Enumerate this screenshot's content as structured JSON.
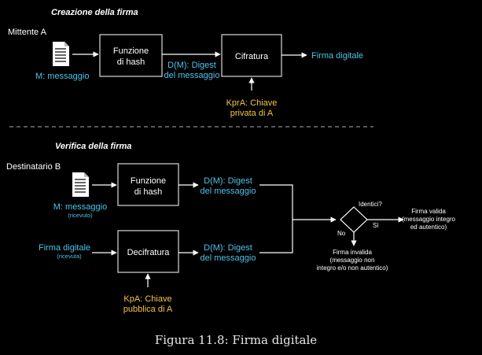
{
  "top": {
    "title": "Creazione della firma",
    "sender": "Mittente A",
    "message_label": "M: messaggio",
    "hash_box": [
      "Funzione",
      "di hash"
    ],
    "digest": [
      "D(M): Digest",
      "del messaggio"
    ],
    "cipher_box": "Cifratura",
    "output": "Firma digitale",
    "key": [
      "KprA: Chiave",
      "privata di A"
    ]
  },
  "bottom": {
    "title": "Verifica della firma",
    "receiver": "Destinatario B",
    "message_label": "M: messaggio",
    "message_sub": "(ricevuto)",
    "hash_box": [
      "Funzione",
      "di hash"
    ],
    "digest1": [
      "D(M): Digest",
      "del messaggio"
    ],
    "sig_label": "Firma digitale",
    "sig_sub": "(ricevuta)",
    "decipher_box": "Decifratura",
    "digest2": [
      "D(M): Digest",
      "del messaggio"
    ],
    "key": [
      "KpA: Chiave",
      "pubblica di A"
    ],
    "decision": "Identici?",
    "yes": "Sì",
    "no": "No",
    "valid": [
      "Firma valida",
      "(messaggio integro",
      "ed autentico)"
    ],
    "invalid": [
      "Firma invalida",
      "(messaggio non",
      "integro e/o non autentico)"
    ]
  },
  "caption": "Figura 11.8: Firma digitale",
  "colors": {
    "cyan": "#4fc3ea",
    "yellow": "#f5c542",
    "line": "#ffffff"
  }
}
